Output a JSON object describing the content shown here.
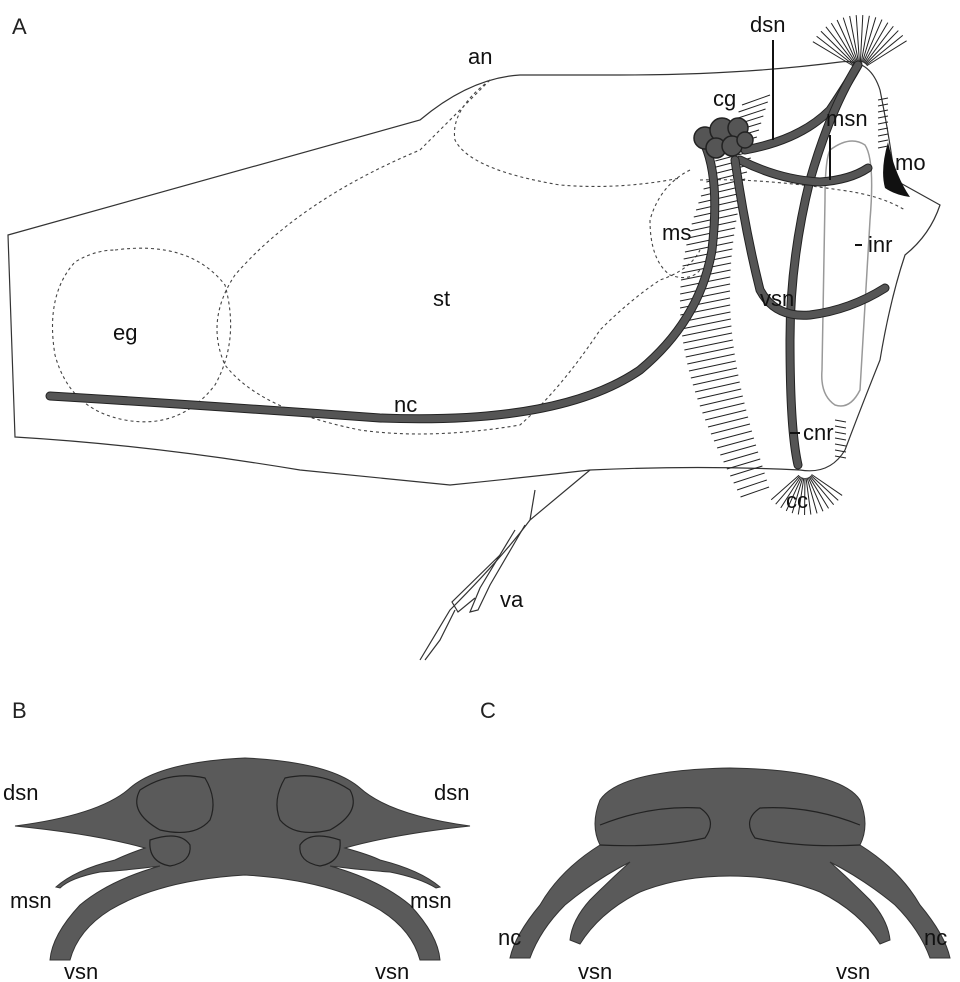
{
  "panels": {
    "a": {
      "letter": "A"
    },
    "b": {
      "letter": "B"
    },
    "c": {
      "letter": "C"
    }
  },
  "panel_a_labels": {
    "an": "an",
    "dsn": "dsn",
    "cg": "cg",
    "msn": "msn",
    "mo": "mo",
    "ms": "ms",
    "inr": "inr",
    "st": "st",
    "eg": "eg",
    "vsn": "vsn",
    "nc": "nc",
    "cnr": "cnr",
    "cc": "cc",
    "va": "va"
  },
  "panel_b_labels": {
    "dsn_left": "dsn",
    "dsn_right": "dsn",
    "msn_left": "msn",
    "msn_right": "msn",
    "vsn_left": "vsn",
    "vsn_right": "vsn"
  },
  "panel_c_labels": {
    "nc_left": "nc",
    "nc_right": "nc",
    "vsn_left": "vsn",
    "vsn_right": "vsn"
  },
  "colors": {
    "nerve": "#555555",
    "outline": "#333333",
    "background": "#ffffff"
  }
}
